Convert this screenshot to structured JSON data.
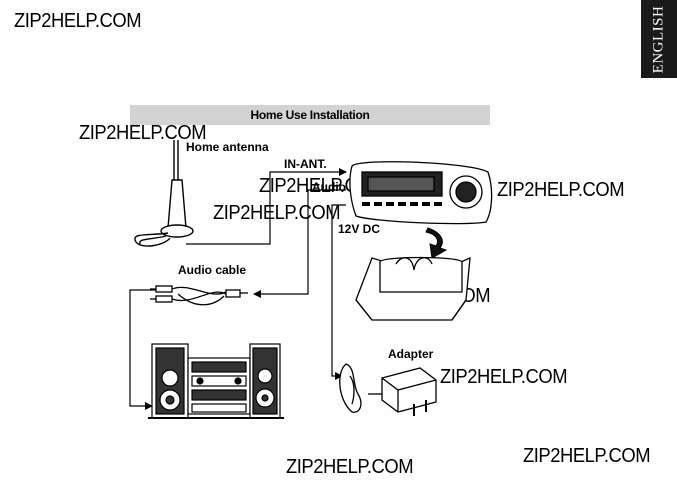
{
  "language_tab": "ENGLISH",
  "title": "Home Use Installation",
  "labels": {
    "home_antenna": "Home antenna",
    "in_ant": "IN-ANT.",
    "audio": "Audio",
    "dc12v": "12V DC",
    "audio_cable": "Audio cable",
    "adapter": "Adapter"
  },
  "watermark": "ZIP2HELP.COM"
}
